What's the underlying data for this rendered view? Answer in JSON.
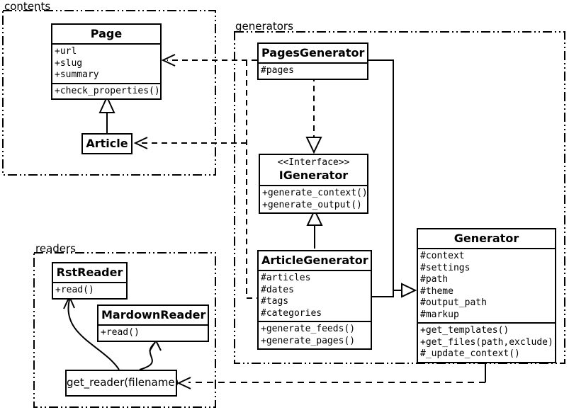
{
  "packages": {
    "contents": {
      "label": "contents"
    },
    "generators": {
      "label": "generators"
    },
    "readers": {
      "label": "readers"
    }
  },
  "classes": {
    "page": {
      "title": "Page",
      "attributes": [
        "+url",
        "+slug",
        "+summary"
      ],
      "methods": [
        "+check_properties()"
      ]
    },
    "article": {
      "title": "Article"
    },
    "pages_generator": {
      "title": "PagesGenerator",
      "attributes": [
        "#pages"
      ]
    },
    "igenerator": {
      "stereotype": "<<Interface>>",
      "title": "IGenerator",
      "methods": [
        "+generate_context()",
        "+generate_output()"
      ]
    },
    "article_generator": {
      "title": "ArticleGenerator",
      "attributes": [
        "#articles",
        "#dates",
        "#tags",
        "#categories"
      ],
      "methods": [
        "+generate_feeds()",
        "+generate_pages()"
      ]
    },
    "generator": {
      "title": "Generator",
      "attributes": [
        "#context",
        "#settings",
        "#path",
        "#theme",
        "#output_path",
        "#markup"
      ],
      "methods": [
        "+get_templates()",
        "+get_files(path,exclude)",
        "#_update_context()"
      ]
    },
    "rst_reader": {
      "title": "RstReader",
      "methods": [
        "+read()"
      ]
    },
    "mardown_reader": {
      "title": "MardownReader",
      "methods": [
        "+read()"
      ]
    },
    "get_reader": {
      "title": "get_reader(filename)"
    }
  },
  "relationships": [
    {
      "from": "Article",
      "to": "Page",
      "type": "inheritance"
    },
    {
      "from": "PagesGenerator",
      "to": "Page",
      "type": "dependency"
    },
    {
      "from": "ArticleGenerator",
      "to": "Article",
      "type": "dependency"
    },
    {
      "from": "PagesGenerator",
      "to": "IGenerator",
      "type": "realization"
    },
    {
      "from": "ArticleGenerator",
      "to": "IGenerator",
      "type": "realization"
    },
    {
      "from": "PagesGenerator",
      "to": "Generator",
      "type": "inheritance"
    },
    {
      "from": "ArticleGenerator",
      "to": "Generator",
      "type": "inheritance"
    },
    {
      "from": "Generator",
      "to": "get_reader(filename)",
      "type": "dependency"
    },
    {
      "from": "get_reader(filename)",
      "to": "RstReader",
      "type": "creates"
    },
    {
      "from": "get_reader(filename)",
      "to": "MardownReader",
      "type": "creates"
    }
  ],
  "colors": {
    "line": "#000000",
    "background": "#ffffff"
  }
}
